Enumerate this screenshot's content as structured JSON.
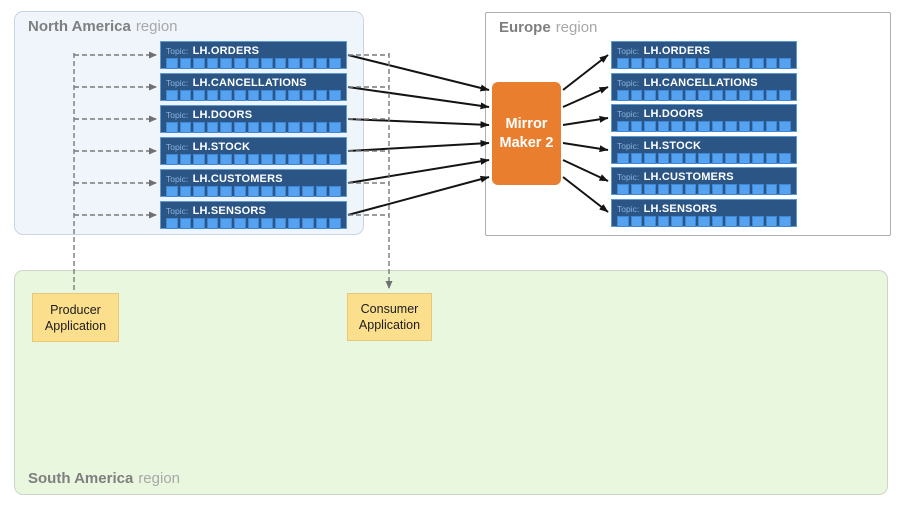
{
  "labels": {
    "region_suffix": "region",
    "topic_prefix": "Topic:"
  },
  "regions": {
    "north_america": {
      "name": "North America",
      "topics": [
        "LH.ORDERS",
        "LH.CANCELLATIONS",
        "LH.DOORS",
        "LH.STOCK",
        "LH.CUSTOMERS",
        "LH.SENSORS"
      ]
    },
    "europe": {
      "name": "Europe",
      "topics": [
        "LH.ORDERS",
        "LH.CANCELLATIONS",
        "LH.DOORS",
        "LH.STOCK",
        "LH.CUSTOMERS",
        "LH.SENSORS"
      ]
    },
    "south_america": {
      "name": "South America"
    }
  },
  "partitions_per_topic": 13,
  "nodes": {
    "mirror_maker": {
      "lines": [
        "Mirror",
        "Maker 2"
      ]
    },
    "producer": {
      "lines": [
        "Producer",
        "Application"
      ]
    },
    "consumer": {
      "lines": [
        "Consumer",
        "Application"
      ]
    }
  },
  "colors": {
    "topic-bar-bg": "#2b5585",
    "topic-bar-border": "#5b9bd5",
    "partition-fill": "#55a2f0",
    "partition-border": "#3f87d6",
    "topic-prefix-color": "#8ab4dd",
    "mirror-maker-bg": "#e97e2e",
    "app-bg": "#fbdf8d",
    "app-border": "#e5c878",
    "na-region-bg": "#eff5fb",
    "na-region-border": "#c9d5e0",
    "eu-region-bg": "#ffffff",
    "eu-region-border": "#b0b0b0",
    "sa-region-bg": "#eaf7df",
    "sa-region-border": "#ccd6c8",
    "title-bold": "#7f7f7f",
    "title-light": "#a8a8a8",
    "arrow-solid": "#141414",
    "arrow-dashed": "#7a7a7a"
  }
}
